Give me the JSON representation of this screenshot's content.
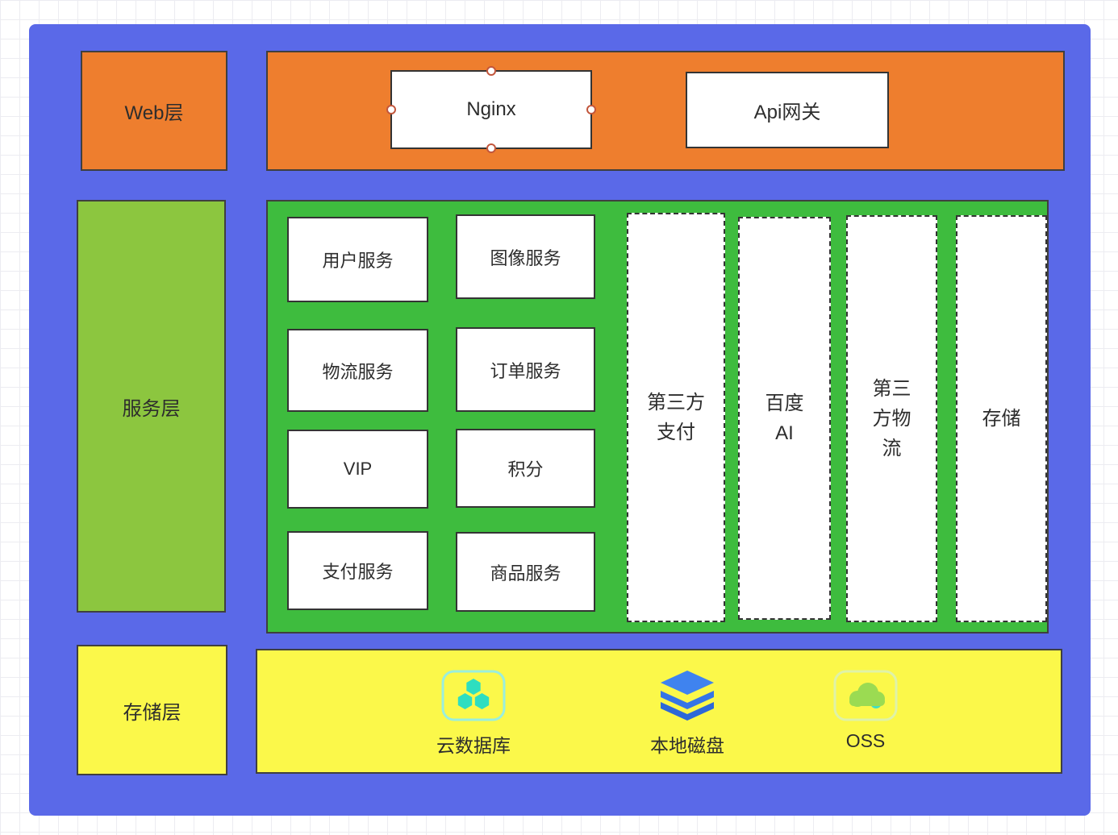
{
  "colors": {
    "container": "#5a69e8",
    "web_layer": "#ee7e2e",
    "service_sidebar": "#8cc63f",
    "service_panel": "#3ebc3e",
    "storage_layer": "#fbf84a",
    "node_border": "#343434",
    "selection_handle": "#c2563c",
    "icon_teal": "#2edec0",
    "icon_blue": "#3f83ef",
    "icon_green": "#9bdb52"
  },
  "web_layer": {
    "label": "Web层",
    "nodes": [
      {
        "label": "Nginx",
        "selected": true
      },
      {
        "label": "Api网关",
        "selected": false
      }
    ]
  },
  "service_layer": {
    "label": "服务层",
    "services": [
      "用户服务",
      "图像服务",
      "物流服务",
      "订单服务",
      "VIP",
      "积分",
      "支付服务",
      "商品服务"
    ],
    "external_services": [
      "第三方支付",
      "百度AI",
      "第三方物流",
      "存储"
    ]
  },
  "storage_layer": {
    "label": "存储层",
    "items": [
      {
        "label": "云数据库",
        "icon": "cloud-database-icon"
      },
      {
        "label": "本地磁盘",
        "icon": "disk-stack-icon"
      },
      {
        "label": "OSS",
        "icon": "oss-cloud-icon"
      }
    ]
  }
}
